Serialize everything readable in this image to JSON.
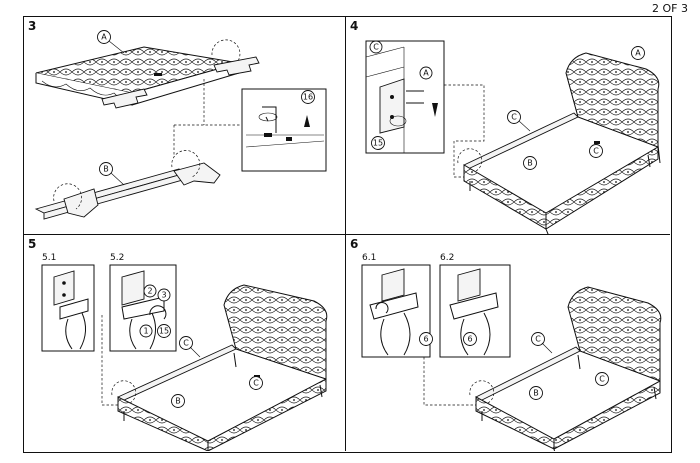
{
  "header": {
    "page_number": "2 OF 3"
  },
  "steps": [
    {
      "number": "3",
      "callouts": [
        "A",
        "B",
        "16"
      ]
    },
    {
      "number": "4",
      "callouts": [
        "C",
        "A",
        "15",
        "A",
        "C",
        "B",
        "C"
      ]
    },
    {
      "number": "5",
      "substeps": [
        "5.1",
        "5.2"
      ],
      "callouts": [
        "2",
        "3",
        "1",
        "15",
        "C",
        "B",
        "C"
      ]
    },
    {
      "number": "6",
      "substeps": [
        "6.1",
        "6.2"
      ],
      "callouts": [
        "6",
        "6",
        "C",
        "B",
        "C"
      ]
    }
  ],
  "colors": {
    "line": "#111111",
    "background": "#ffffff"
  }
}
